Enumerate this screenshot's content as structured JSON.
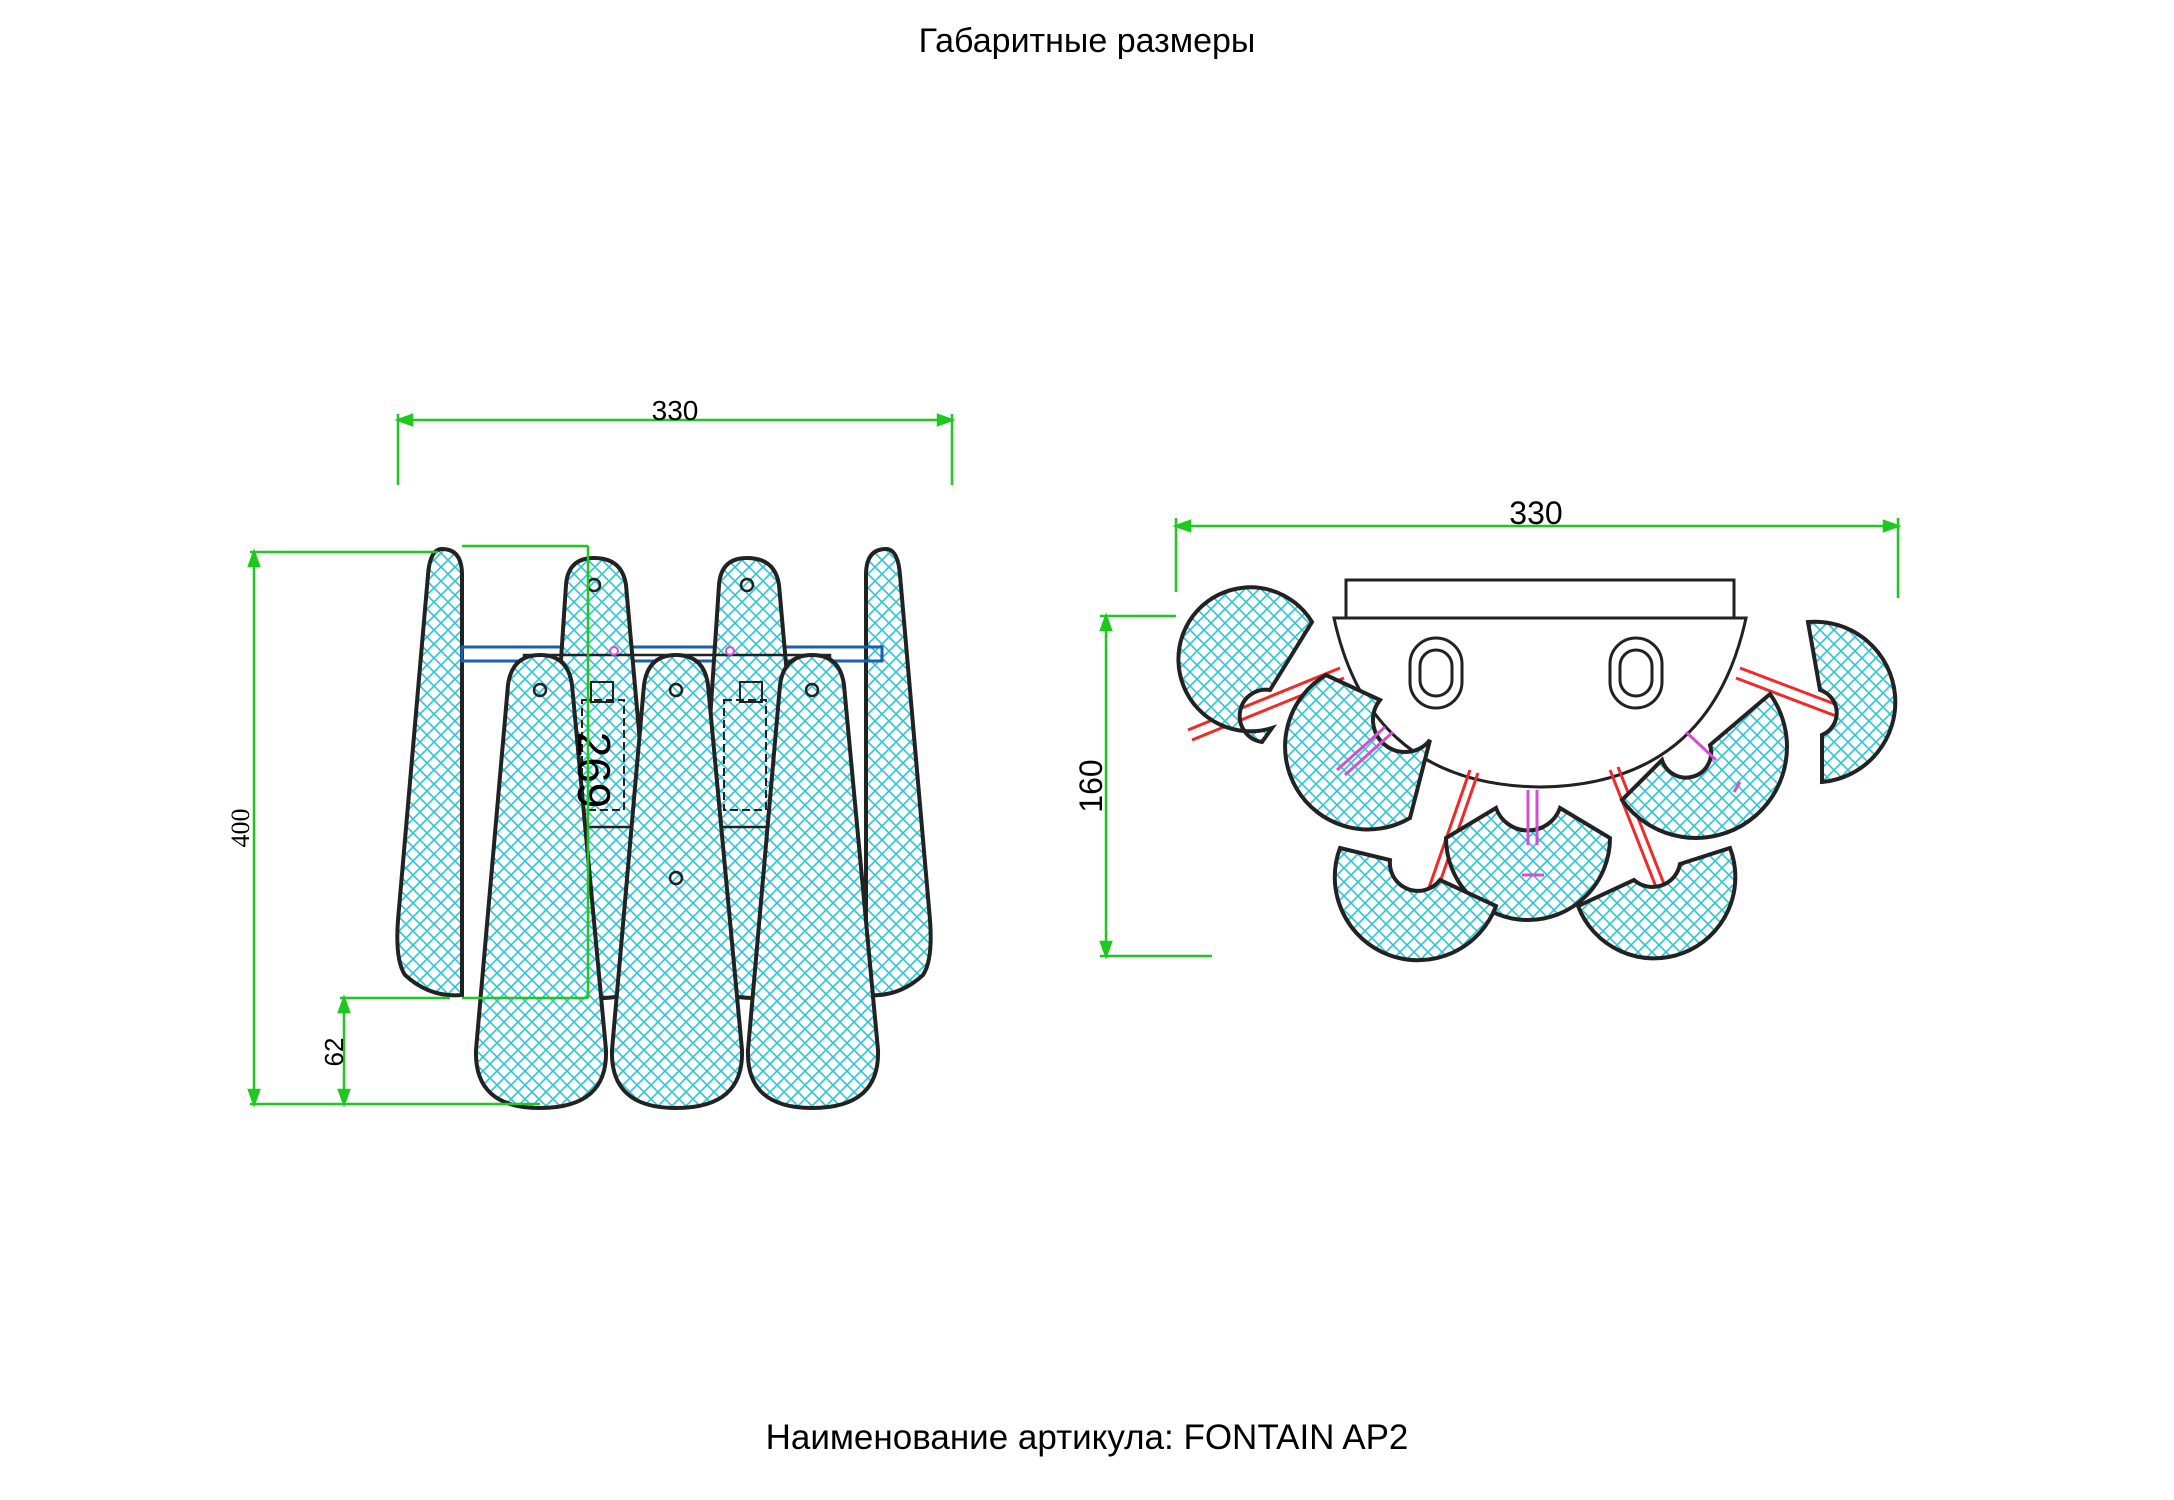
{
  "title": "Габаритные размеры",
  "footer": "Наименование артикула: FONTAIN AP2",
  "front_view": {
    "width_dim": "330",
    "height_dim": "400",
    "bottom_dim": "62",
    "plate_dim": "269"
  },
  "top_view": {
    "width_dim": "330",
    "height_dim": "160"
  },
  "colors": {
    "dimension": "#1ec81e",
    "glass": "#2ec4d8",
    "outline": "#222222",
    "bar": "#1a5fb4",
    "rod": "#ee2a2a",
    "accent": "#d24fd2"
  }
}
